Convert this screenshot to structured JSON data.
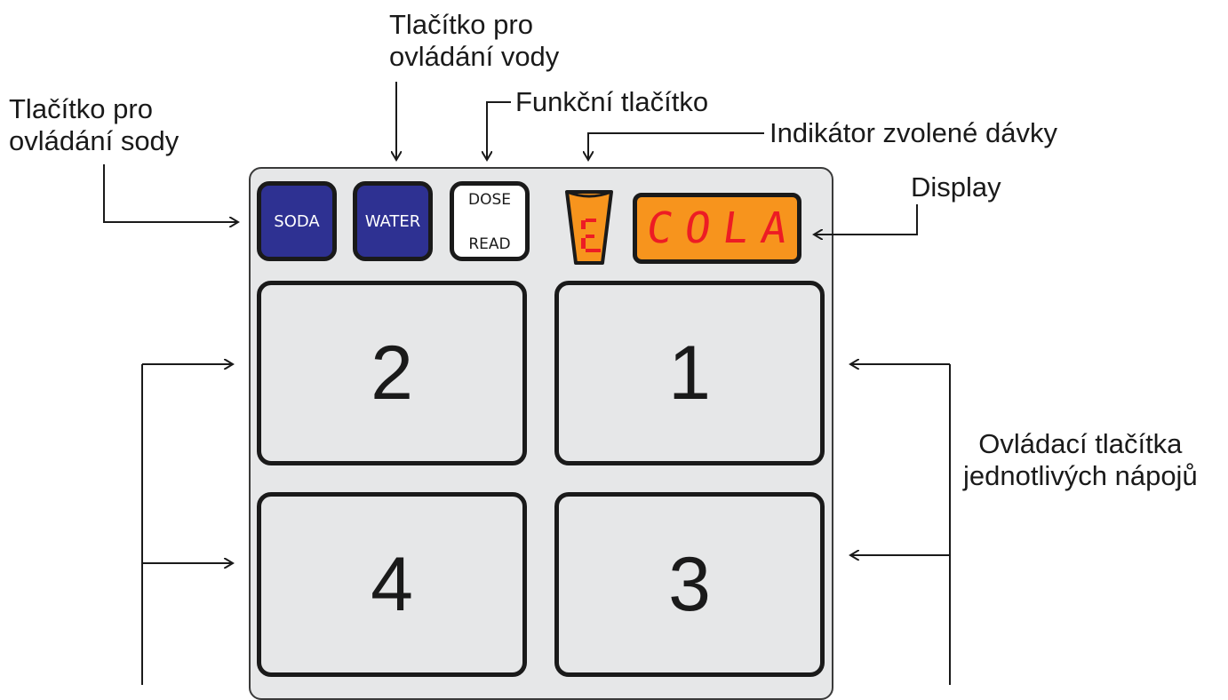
{
  "labels": {
    "soda_line1": "Tlačítko pro",
    "soda_line2": "ovládání sody",
    "water_line1": "Tlačítko pro",
    "water_line2": "ovládání vody",
    "function": "Funkční tlačítko",
    "dose_indicator": "Indikátor zvolené dávky",
    "display": "Display",
    "drinks_line1": "Ovládací tlačítka",
    "drinks_line2": "jednotlivých nápojů"
  },
  "panel": {
    "soda_button": "SODA",
    "water_button": "WATER",
    "dose_read_top": "DOSE",
    "dose_read_bottom": "READ",
    "display_text": "COLA",
    "drink_buttons": [
      "2",
      "1",
      "4",
      "3"
    ]
  },
  "colors": {
    "panel_bg": "#e6e7e8",
    "blue_button": "#2e3192",
    "display_bg": "#f7941d",
    "display_text": "#ed1c24",
    "cup": "#f7941d"
  }
}
